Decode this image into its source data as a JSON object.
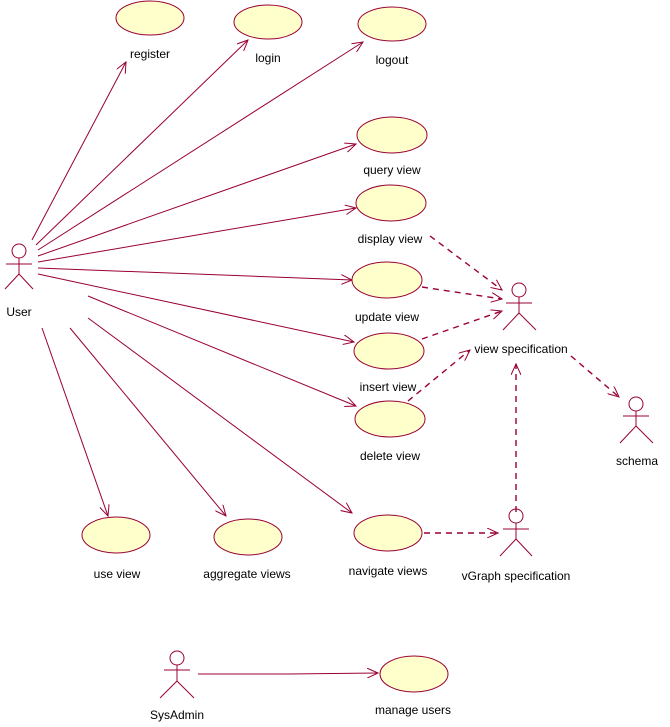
{
  "colors": {
    "stroke": "#990033",
    "usecase_fill": "#ffffcc",
    "background": "#ffffff"
  },
  "actors": {
    "user": "User",
    "sysadmin": "SysAdmin",
    "view_spec": "view specification",
    "schema": "schema",
    "vgraph_spec": "vGraph specification"
  },
  "usecases": {
    "register": "register",
    "login": "login",
    "logout": "logout",
    "query_view": "query view",
    "display_view": "display view",
    "update_view": "update view",
    "insert_view": "insert view",
    "delete_view": "delete  view",
    "use_view": "use view",
    "aggregate_views": "aggregate views",
    "navigate_views": "navigate views",
    "manage_users": "manage users"
  }
}
